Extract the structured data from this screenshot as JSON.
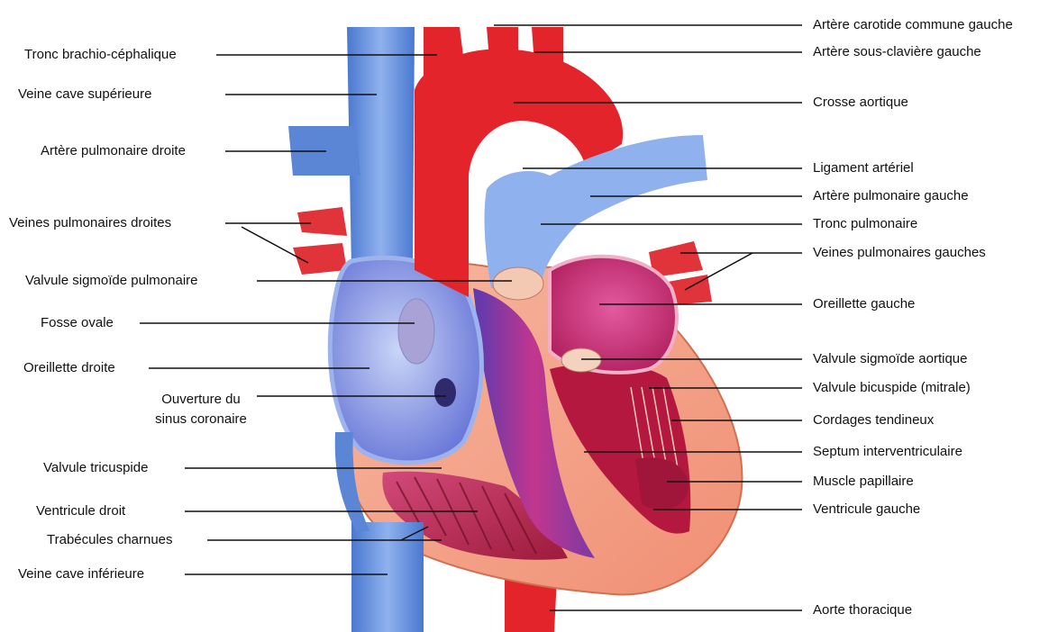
{
  "diagram": {
    "labels_left": [
      "Tronc brachio-céphalique",
      "Veine cave supérieure",
      "Artère pulmonaire droite",
      "Veines pulmonaires droites",
      "Valvule sigmoïde pulmonaire",
      "Fosse ovale",
      "Oreillette droite",
      "Ouverture du",
      "sinus coronaire",
      "Valvule tricuspide",
      "Ventricule droit",
      "Trabécules charnues",
      "Veine cave inférieure"
    ],
    "labels_right": [
      "Artère carotide commune gauche",
      "Artère sous-clavière gauche",
      "Crosse aortique",
      "Ligament artériel",
      "Artère pulmonaire gauche",
      "Tronc pulmonaire",
      "Veines pulmonaires gauches",
      "Oreillette gauche",
      "Valvule sigmoïde aortique",
      "Valvule bicuspide (mitrale)",
      "Cordages tendineux",
      "Septum interventriculaire",
      "Muscle papillaire",
      "Ventricule gauche",
      "Aorte thoracique"
    ],
    "colors": {
      "artery_red": "#e3242b",
      "vein_blue": "#5b86d6",
      "muscle_pink": "#f2a48a",
      "chamber_magenta": "#c8347a",
      "leader_line": "#111111"
    }
  }
}
